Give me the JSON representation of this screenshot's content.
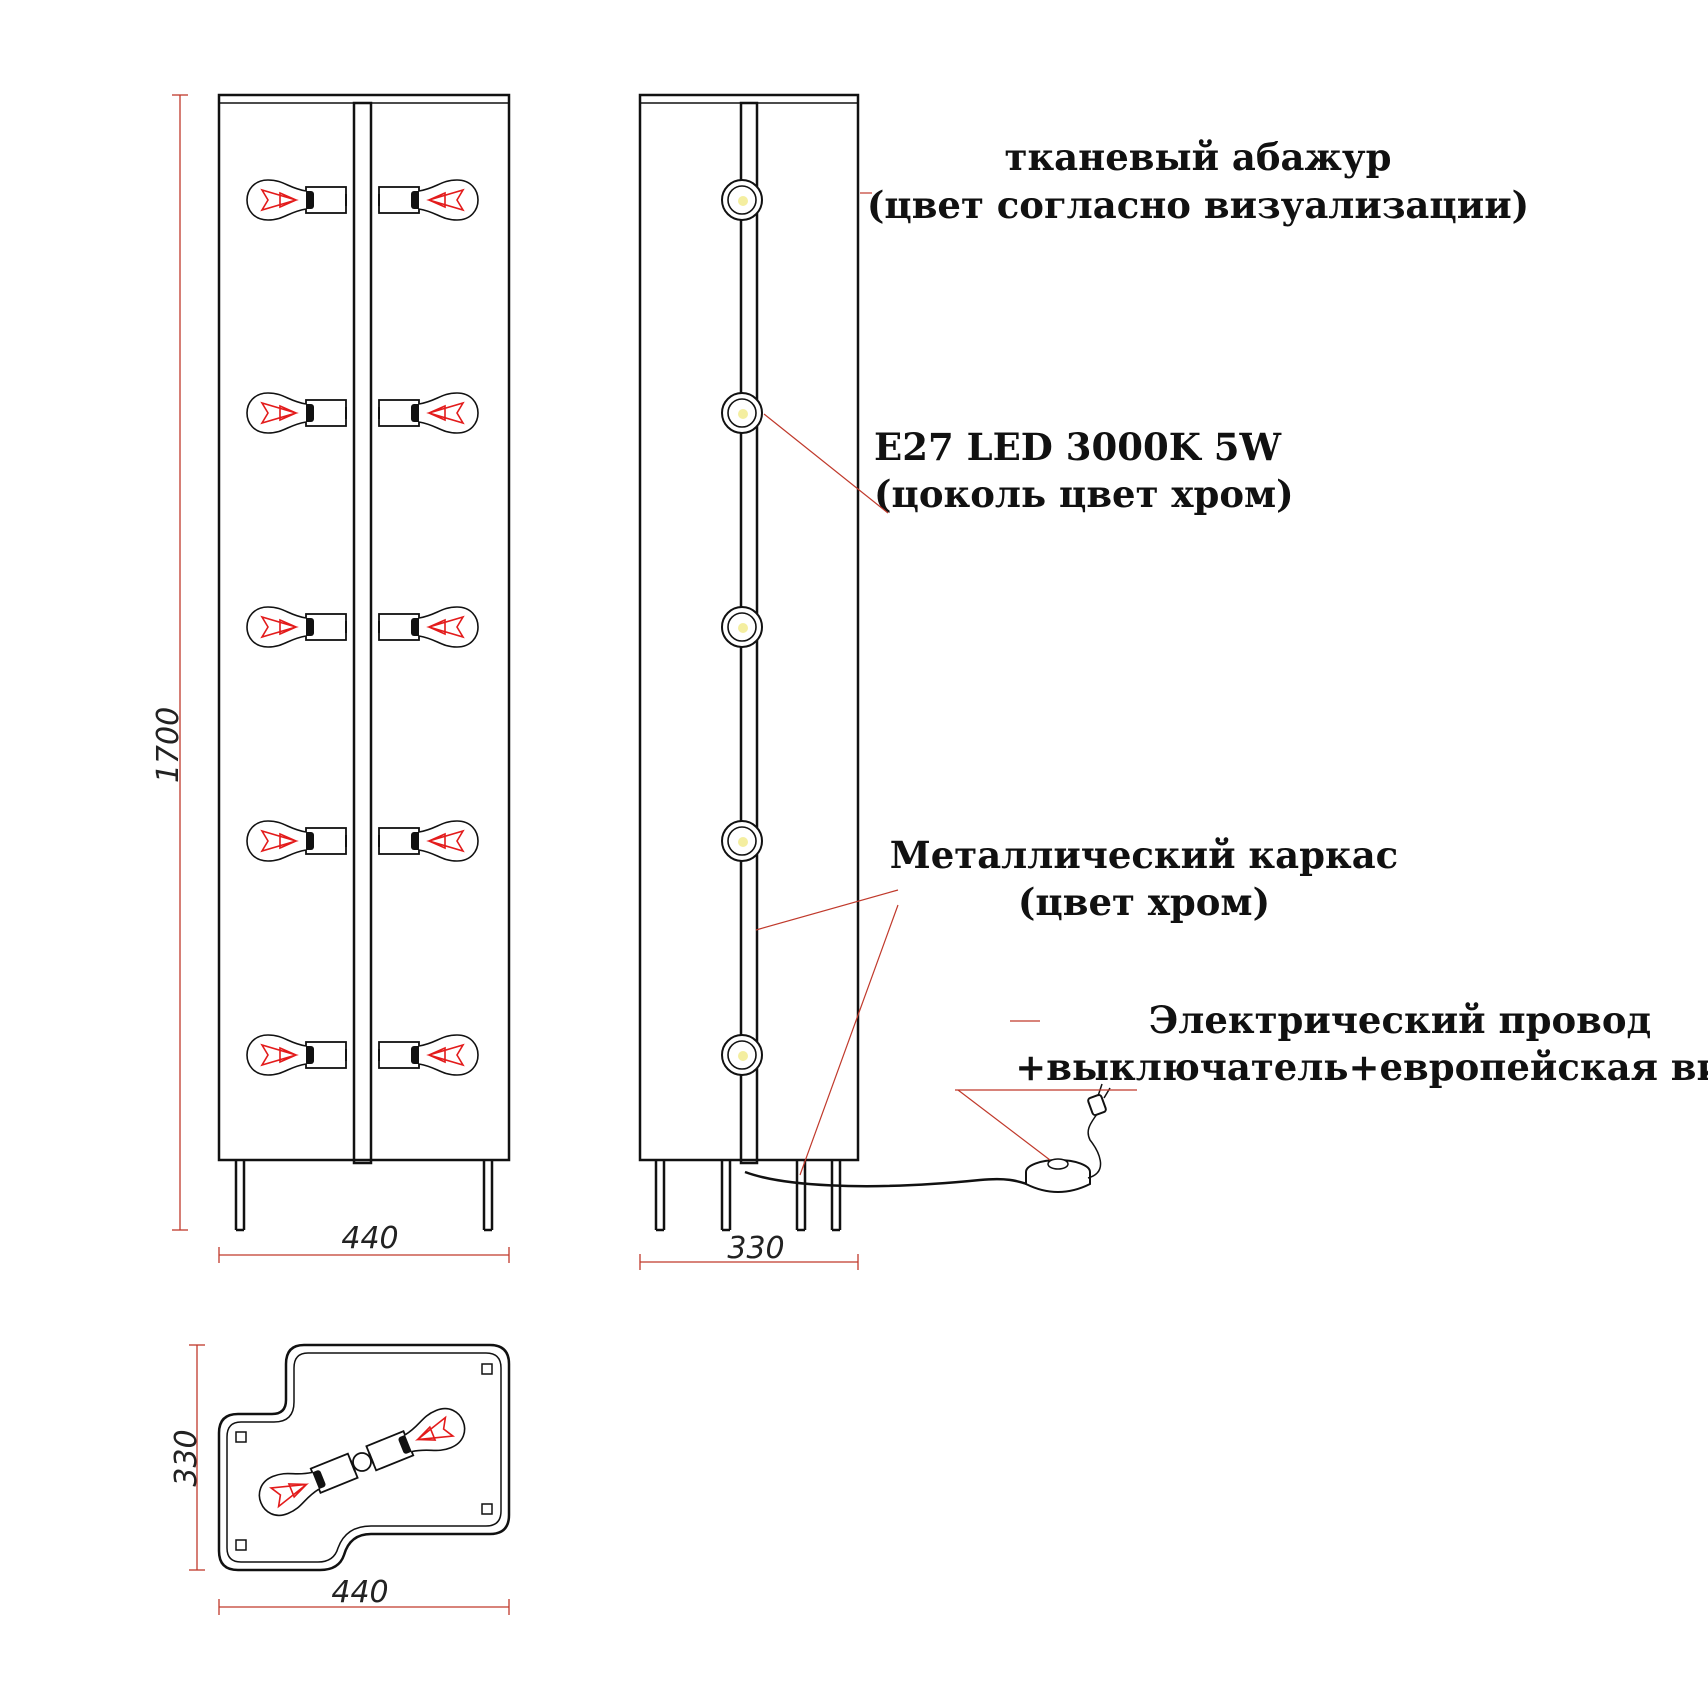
{
  "colors": {
    "line": "#111111",
    "dimension": "#c0392b",
    "filament": "#e31b1b",
    "bulb_glow": "#f4eea0"
  },
  "dimensions": {
    "front_height": "1700",
    "front_width": "440",
    "side_width": "330",
    "plan_depth": "330",
    "plan_width": "440"
  },
  "annotations": {
    "shade_line1": "тканевый абажур",
    "shade_line2": "(цвет согласно визуализации)",
    "bulb_line1": "E27 LED 3000K 5W",
    "bulb_line2": "(цоколь цвет хром)",
    "frame_line1": "Металлический каркас",
    "frame_line2": "(цвет хром)",
    "cable_line1": "Электрический провод",
    "cable_line2": "+выключатель+европейская вилка"
  },
  "icons": {
    "bulb": "edison-bulb-icon",
    "plug": "euro-plug-icon",
    "switch": "foot-switch-icon"
  }
}
